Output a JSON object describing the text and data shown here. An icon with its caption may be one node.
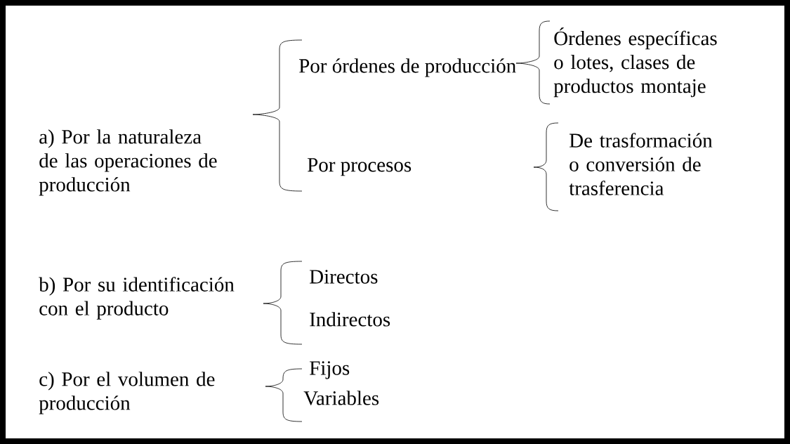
{
  "diagram": {
    "labels": [
      "a) Por la naturaleza de las operaciones de producción",
      "Por órdenes de producción",
      "Órdenes específicas o lotes, clases de productos montaje",
      "Por procesos",
      "De trasformación o conversión de trasferencia",
      "b) Por su identificación con el producto",
      "Directos",
      "Indirectos",
      "c) Por el volumen de producción",
      "Fijos",
      "Variables"
    ]
  }
}
